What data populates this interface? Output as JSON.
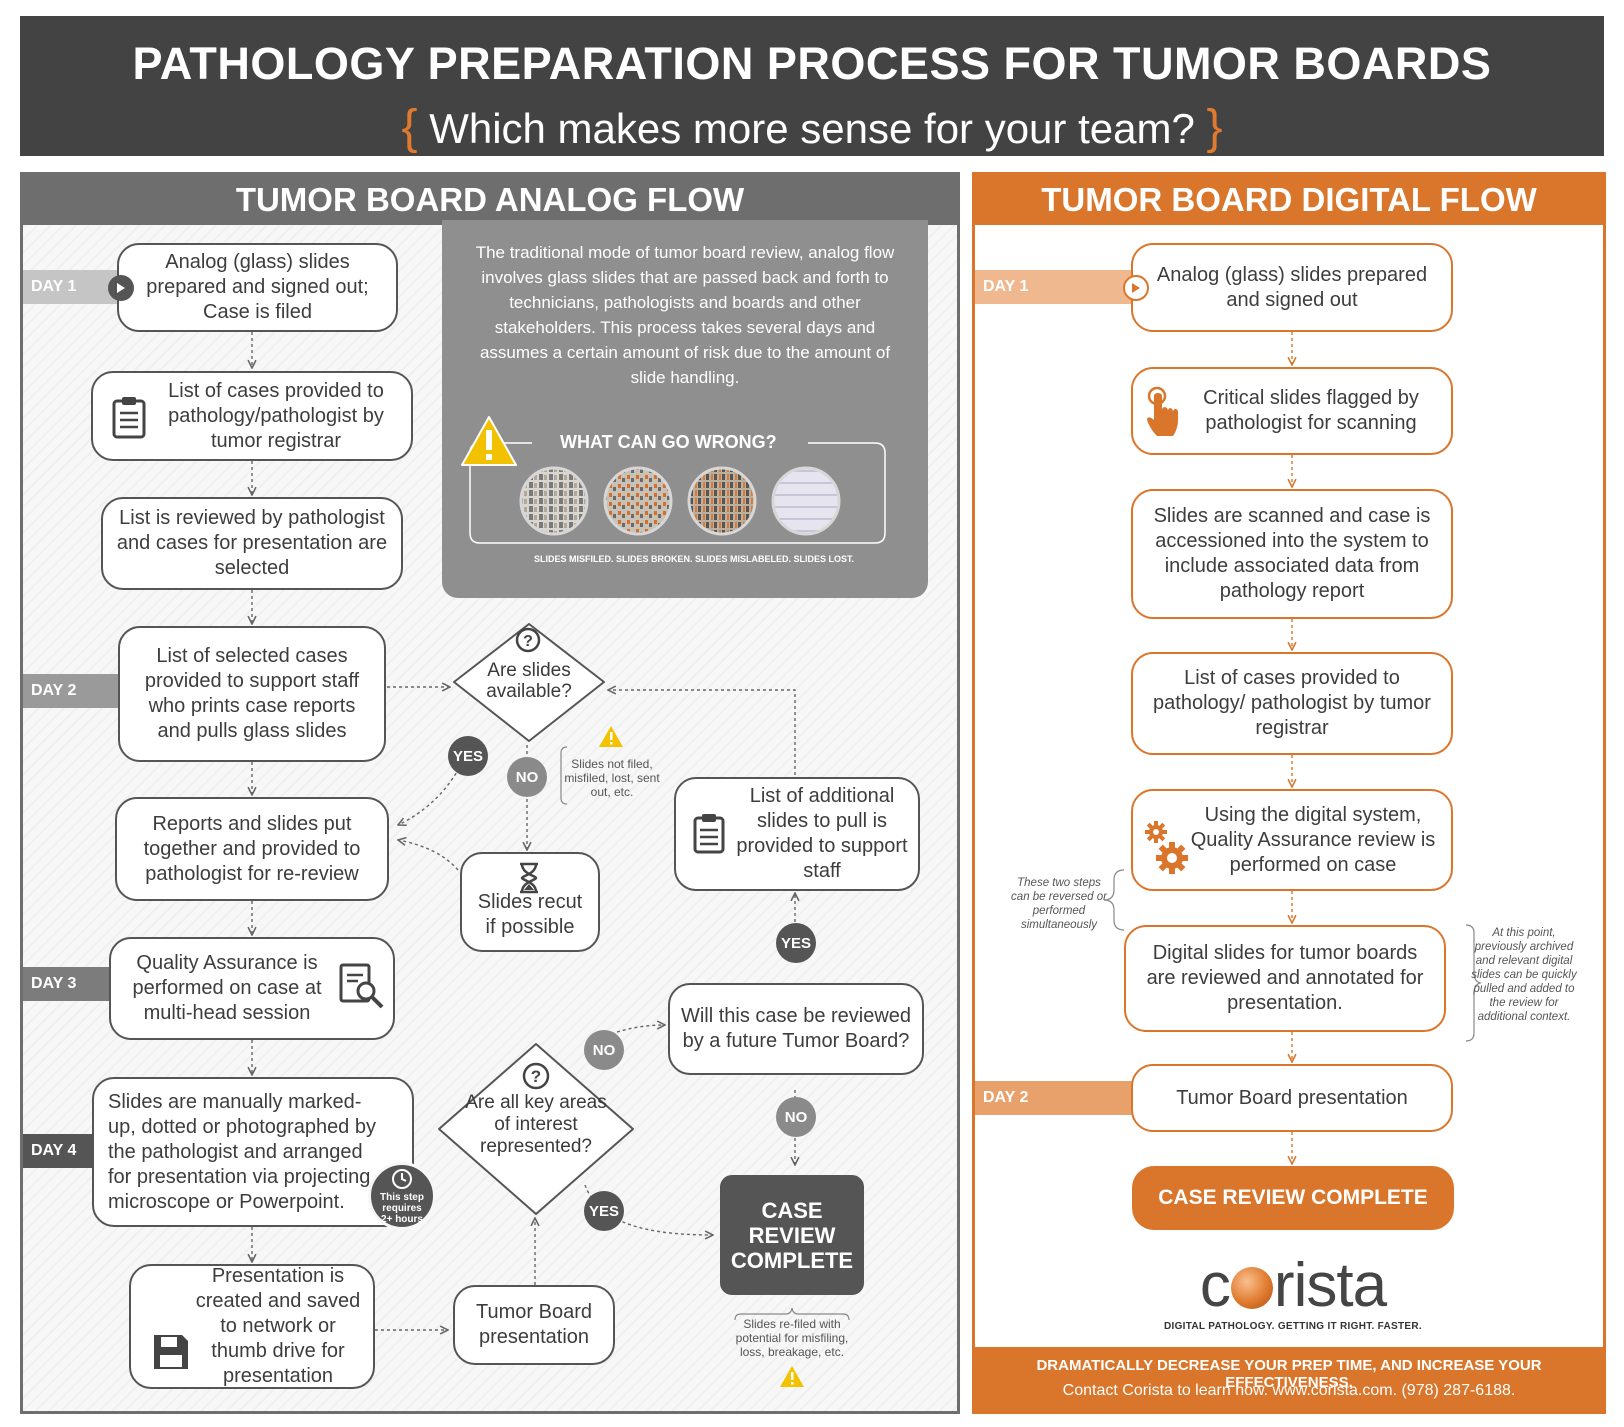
{
  "header": {
    "title": "PATHOLOGY PREPARATION PROCESS FOR TUMOR BOARDS",
    "brace_open": "{",
    "subtitle": "Which makes more sense for your team?",
    "brace_close": "}"
  },
  "analog": {
    "heading": "TUMOR BOARD ANALOG FLOW",
    "days": {
      "d1": "DAY 1",
      "d2": "DAY 2",
      "d3": "DAY 3",
      "d4": "DAY 4"
    },
    "steps": {
      "s1": "Analog (glass) slides prepared and signed out; Case is filed",
      "s2": "List of cases provided to pathology/pathologist by tumor registrar",
      "s3": "List is reviewed by pathologist and cases for presentation are selected",
      "s4": "List of selected cases provided to support staff who prints case reports and pulls glass slides",
      "s5": "Reports and slides put together and provided to pathologist for re-review",
      "s6": "Quality Assurance is performed on case at multi-head session",
      "s7": "Slides are manually marked-up, dotted or photographed by the pathologist and arranged for presentation via projecting microscope or Powerpoint.",
      "s8": "Presentation is created and saved to network or thumb drive for presentation",
      "s9": "Tumor Board presentation",
      "recut": "Slides recut if possible",
      "additional": "List of additional slides to pull is provided to support staff",
      "future": "Will this case be reviewed by a future Tumor Board?"
    },
    "decisions": {
      "available": "Are slides available?",
      "represented": "Are all key areas of interest represented?"
    },
    "labels": {
      "yes": "YES",
      "no": "NO"
    },
    "notes": {
      "not_filed": "Slides not filed, misfiled, lost, sent out, etc.",
      "refiled": "Slides re-filed with potential for misfiling, loss, breakage, etc.",
      "two_hours": "This step requires 2+ hours"
    },
    "complete": "CASE REVIEW COMPLETE",
    "info": {
      "text": "The traditional mode of tumor board review, analog flow involves glass slides that are passed back and forth to technicians, pathologists and boards and other stakeholders. This process takes several days and assumes a certain amount of risk due to the amount of slide handling.",
      "wrong_title": "WHAT CAN GO WRONG?",
      "wrong_caption": "SLIDES MISFILED. SLIDES BROKEN. SLIDES MISLABELED. SLIDES LOST."
    }
  },
  "digital": {
    "heading": "TUMOR BOARD DIGITAL FLOW",
    "days": {
      "d1": "DAY 1",
      "d2": "DAY 2"
    },
    "steps": {
      "s1": "Analog (glass) slides prepared and signed out",
      "s2": "Critical slides flagged by pathologist for scanning",
      "s3": "Slides are scanned and case is accessioned into the system to include associated data from pathology report",
      "s4": "List of cases provided to pathology/ pathologist by tumor registrar",
      "s5": "Using the digital system, Quality Assurance review is performed on case",
      "s6": "Digital slides for tumor boards are reviewed and annotated for presentation.",
      "s7": "Tumor Board presentation"
    },
    "notes": {
      "reversed": "These two steps can be reversed or performed simultaneously",
      "archived": "At this point, previously archived and relevant digital slides can be quickly pulled and added to the review for additional context."
    },
    "complete": "CASE REVIEW COMPLETE",
    "logo": {
      "pre": "c",
      "post": "rista",
      "tagline": "DIGITAL PATHOLOGY. GETTING IT RIGHT. FASTER."
    },
    "footer": {
      "line1": "DRAMATICALLY DECREASE YOUR PREP TIME, AND INCREASE YOUR EFFECTIVENESS.",
      "line2": "Contact Corista to learn how. www.corista.com. (978) 287-6188."
    }
  },
  "colors": {
    "orange": "#d9762b",
    "dark": "#434343",
    "gray": "#6e6e6e",
    "warning": "#f2c100"
  }
}
